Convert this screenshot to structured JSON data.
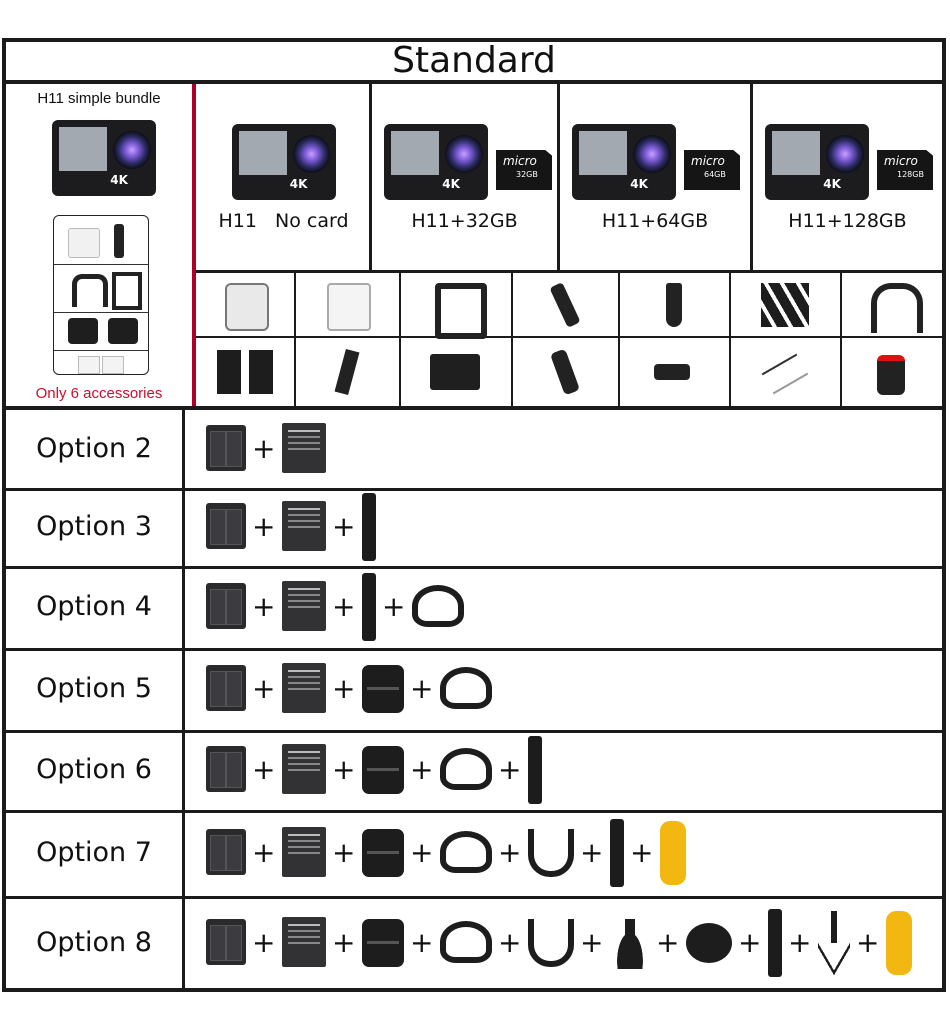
{
  "header": {
    "title": "Standard"
  },
  "simple_bundle": {
    "title": "H11 simple bundle",
    "note": "Only 6 accessories",
    "note_color": "#c8102e"
  },
  "variants": [
    {
      "label": "H11   No card",
      "card": ""
    },
    {
      "label": "H11+32GB",
      "card": "32GB"
    },
    {
      "label": "H11+64GB",
      "card": "64GB"
    },
    {
      "label": "H11+128GB",
      "card": "128GB"
    }
  ],
  "camera_badge": "4K",
  "sd_brand": "micro",
  "accessories_row1": [
    "waterproof-case-icon",
    "protective-frame-white-icon",
    "frame-mount-icon",
    "j-hook-mount-icon",
    "tripod-adapter-icon",
    "velcro-straps-icon",
    "handlebar-mount-icon"
  ],
  "accessories_row2": [
    "adhesive-mounts-icon",
    "extension-arm-icon",
    "battery-icon",
    "j-hook-buckle-icon",
    "thumb-screw-icon",
    "tethers-icon",
    "remote-control-icon"
  ],
  "options": [
    {
      "label": "Option 2",
      "items": [
        "charger",
        "battery"
      ]
    },
    {
      "label": "Option 3",
      "items": [
        "charger",
        "battery",
        "selfie-stick"
      ]
    },
    {
      "label": "Option 4",
      "items": [
        "charger",
        "battery",
        "selfie-stick",
        "head-strap"
      ]
    },
    {
      "label": "Option 5",
      "items": [
        "charger",
        "battery",
        "carry-case",
        "head-strap"
      ]
    },
    {
      "label": "Option 6",
      "items": [
        "charger",
        "battery",
        "carry-case",
        "head-strap",
        "selfie-stick"
      ]
    },
    {
      "label": "Option 7",
      "items": [
        "charger",
        "battery",
        "carry-case",
        "head-strap",
        "chest-harness",
        "selfie-stick",
        "floating-grip"
      ]
    },
    {
      "label": "Option 8",
      "items": [
        "charger",
        "battery",
        "carry-case",
        "head-strap",
        "chest-harness",
        "suction-cup",
        "wrist-strap",
        "selfie-stick",
        "tripod",
        "floating-grip"
      ]
    }
  ],
  "plus_sign": "+"
}
